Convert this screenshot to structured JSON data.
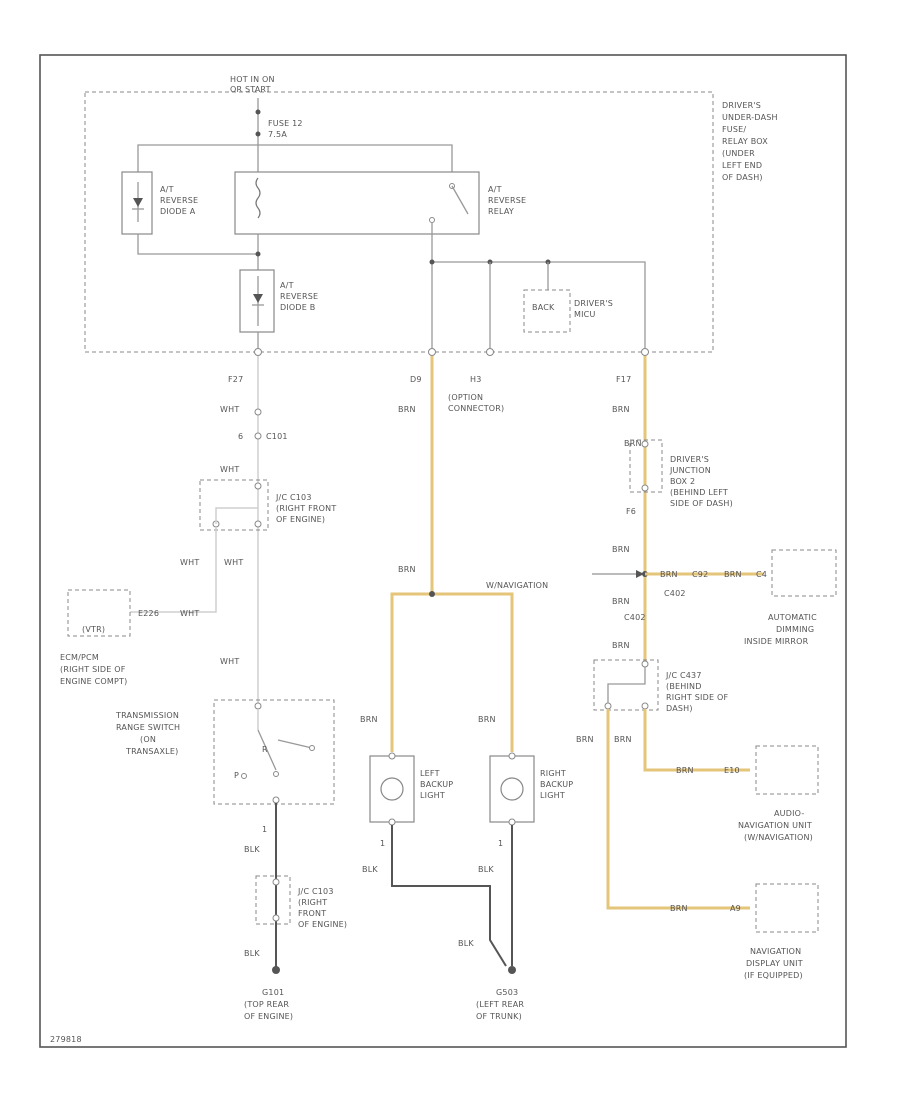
{
  "power": {
    "line1": "HOT IN ON",
    "line2": "OR START"
  },
  "fuse": {
    "line1": "FUSE 12",
    "line2": "7.5A"
  },
  "fuse_box": {
    "lines": [
      "DRIVER'S",
      "UNDER-DASH",
      "FUSE/",
      "RELAY BOX",
      "(UNDER",
      "LEFT END",
      "OF DASH)"
    ]
  },
  "diode_a": {
    "lines": [
      "A/T",
      "REVERSE",
      "DIODE A"
    ]
  },
  "relay": {
    "lines": [
      "A/T",
      "REVERSE",
      "RELAY"
    ]
  },
  "diode_b": {
    "lines": [
      "A/T",
      "REVERSE",
      "DIODE B"
    ]
  },
  "mcu": {
    "back": "BACK",
    "lines": [
      "DRIVER'S",
      "MICU"
    ]
  },
  "pins": {
    "p1": "F27",
    "p2": "D9",
    "p3": "H3",
    "p4": "F17"
  },
  "option_connector": {
    "lines": [
      "(OPTION",
      "CONNECTOR)"
    ]
  },
  "wires": {
    "wht": "WHT",
    "brn": "BRN",
    "blk": "BLK"
  },
  "c101": {
    "pin": "6",
    "label": "C101"
  },
  "jc_c103_top": {
    "lines": [
      "J/C C103",
      "(RIGHT FRONT",
      "OF ENGINE)"
    ]
  },
  "ecm": {
    "box": "(VTR)",
    "pin": "E226",
    "lines": [
      "ECM/PCM",
      "(RIGHT SIDE OF",
      "ENGINE COMPT)"
    ]
  },
  "trans_switch": {
    "lines": [
      "TRANSMISSION",
      "RANGE SWITCH",
      "(ON",
      "TRANSAXLE)"
    ],
    "p": "P",
    "r": "R",
    "pin": "1"
  },
  "jc_c103_bottom": {
    "lines": [
      "J/C C103",
      "(RIGHT",
      "FRONT",
      "OF ENGINE)"
    ]
  },
  "g101": {
    "lines": [
      "G101",
      "(TOP REAR",
      "OF ENGINE)"
    ]
  },
  "navigation_note": "W/NAVIGATION",
  "left_backup": {
    "lines": [
      "LEFT",
      "BACKUP",
      "LIGHT"
    ]
  },
  "right_backup": {
    "lines": [
      "RIGHT",
      "BACKUP",
      "LIGHT"
    ]
  },
  "g503": {
    "lines": [
      "G503",
      "(LEFT REAR",
      "OF TRUNK)"
    ]
  },
  "junction_box": {
    "lines": [
      "DRIVER'S",
      "JUNCTION",
      "BOX 2",
      "(BEHIND LEFT",
      "SIDE OF DASH)"
    ],
    "pin": "F6"
  },
  "mirror": {
    "pin_a": "C92",
    "pin_b": "C4",
    "conn1": "C402",
    "conn2": "C402",
    "lines": [
      "AUTOMATIC",
      "DIMMING",
      "INSIDE MIRROR"
    ]
  },
  "jc_c437": {
    "lines": [
      "J/C C437",
      "(BEHIND",
      "RIGHT SIDE OF",
      "DASH)"
    ]
  },
  "audio_nav": {
    "pin": "E10",
    "lines": [
      "AUDIO-",
      "NAVIGATION UNIT",
      "(W/NAVIGATION)"
    ]
  },
  "nav_display": {
    "pin": "A9",
    "lines": [
      "NAVIGATION",
      "DISPLAY UNIT",
      "(IF EQUIPPED)"
    ]
  },
  "diagram_id": "279818"
}
